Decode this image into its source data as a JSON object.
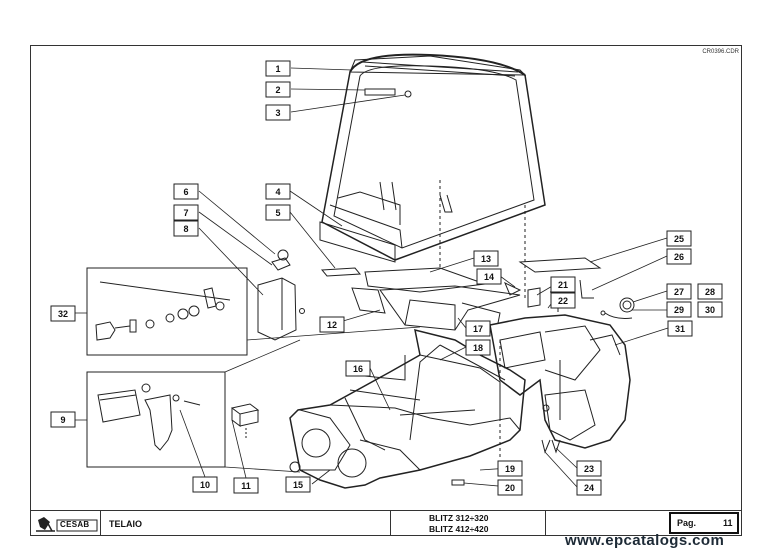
{
  "drawing_code": "CR0396.CDR",
  "callouts": [
    {
      "n": "1"
    },
    {
      "n": "2"
    },
    {
      "n": "3"
    },
    {
      "n": "4"
    },
    {
      "n": "5"
    },
    {
      "n": "6"
    },
    {
      "n": "7"
    },
    {
      "n": "8"
    },
    {
      "n": "9"
    },
    {
      "n": "10"
    },
    {
      "n": "11"
    },
    {
      "n": "12"
    },
    {
      "n": "13"
    },
    {
      "n": "14"
    },
    {
      "n": "15"
    },
    {
      "n": "16"
    },
    {
      "n": "17"
    },
    {
      "n": "18"
    },
    {
      "n": "19"
    },
    {
      "n": "20"
    },
    {
      "n": "21"
    },
    {
      "n": "22"
    },
    {
      "n": "23"
    },
    {
      "n": "24"
    },
    {
      "n": "25"
    },
    {
      "n": "26"
    },
    {
      "n": "27"
    },
    {
      "n": "28"
    },
    {
      "n": "29"
    },
    {
      "n": "30"
    },
    {
      "n": "31"
    },
    {
      "n": "32"
    }
  ],
  "footer": {
    "brand": "CESAB",
    "title": "TELAIO",
    "model_line1": "BLITZ 312÷320",
    "model_line2": "BLITZ 412÷420",
    "page_label": "Pag.",
    "page_number": "11"
  },
  "watermark": "www.epcatalogs.com"
}
